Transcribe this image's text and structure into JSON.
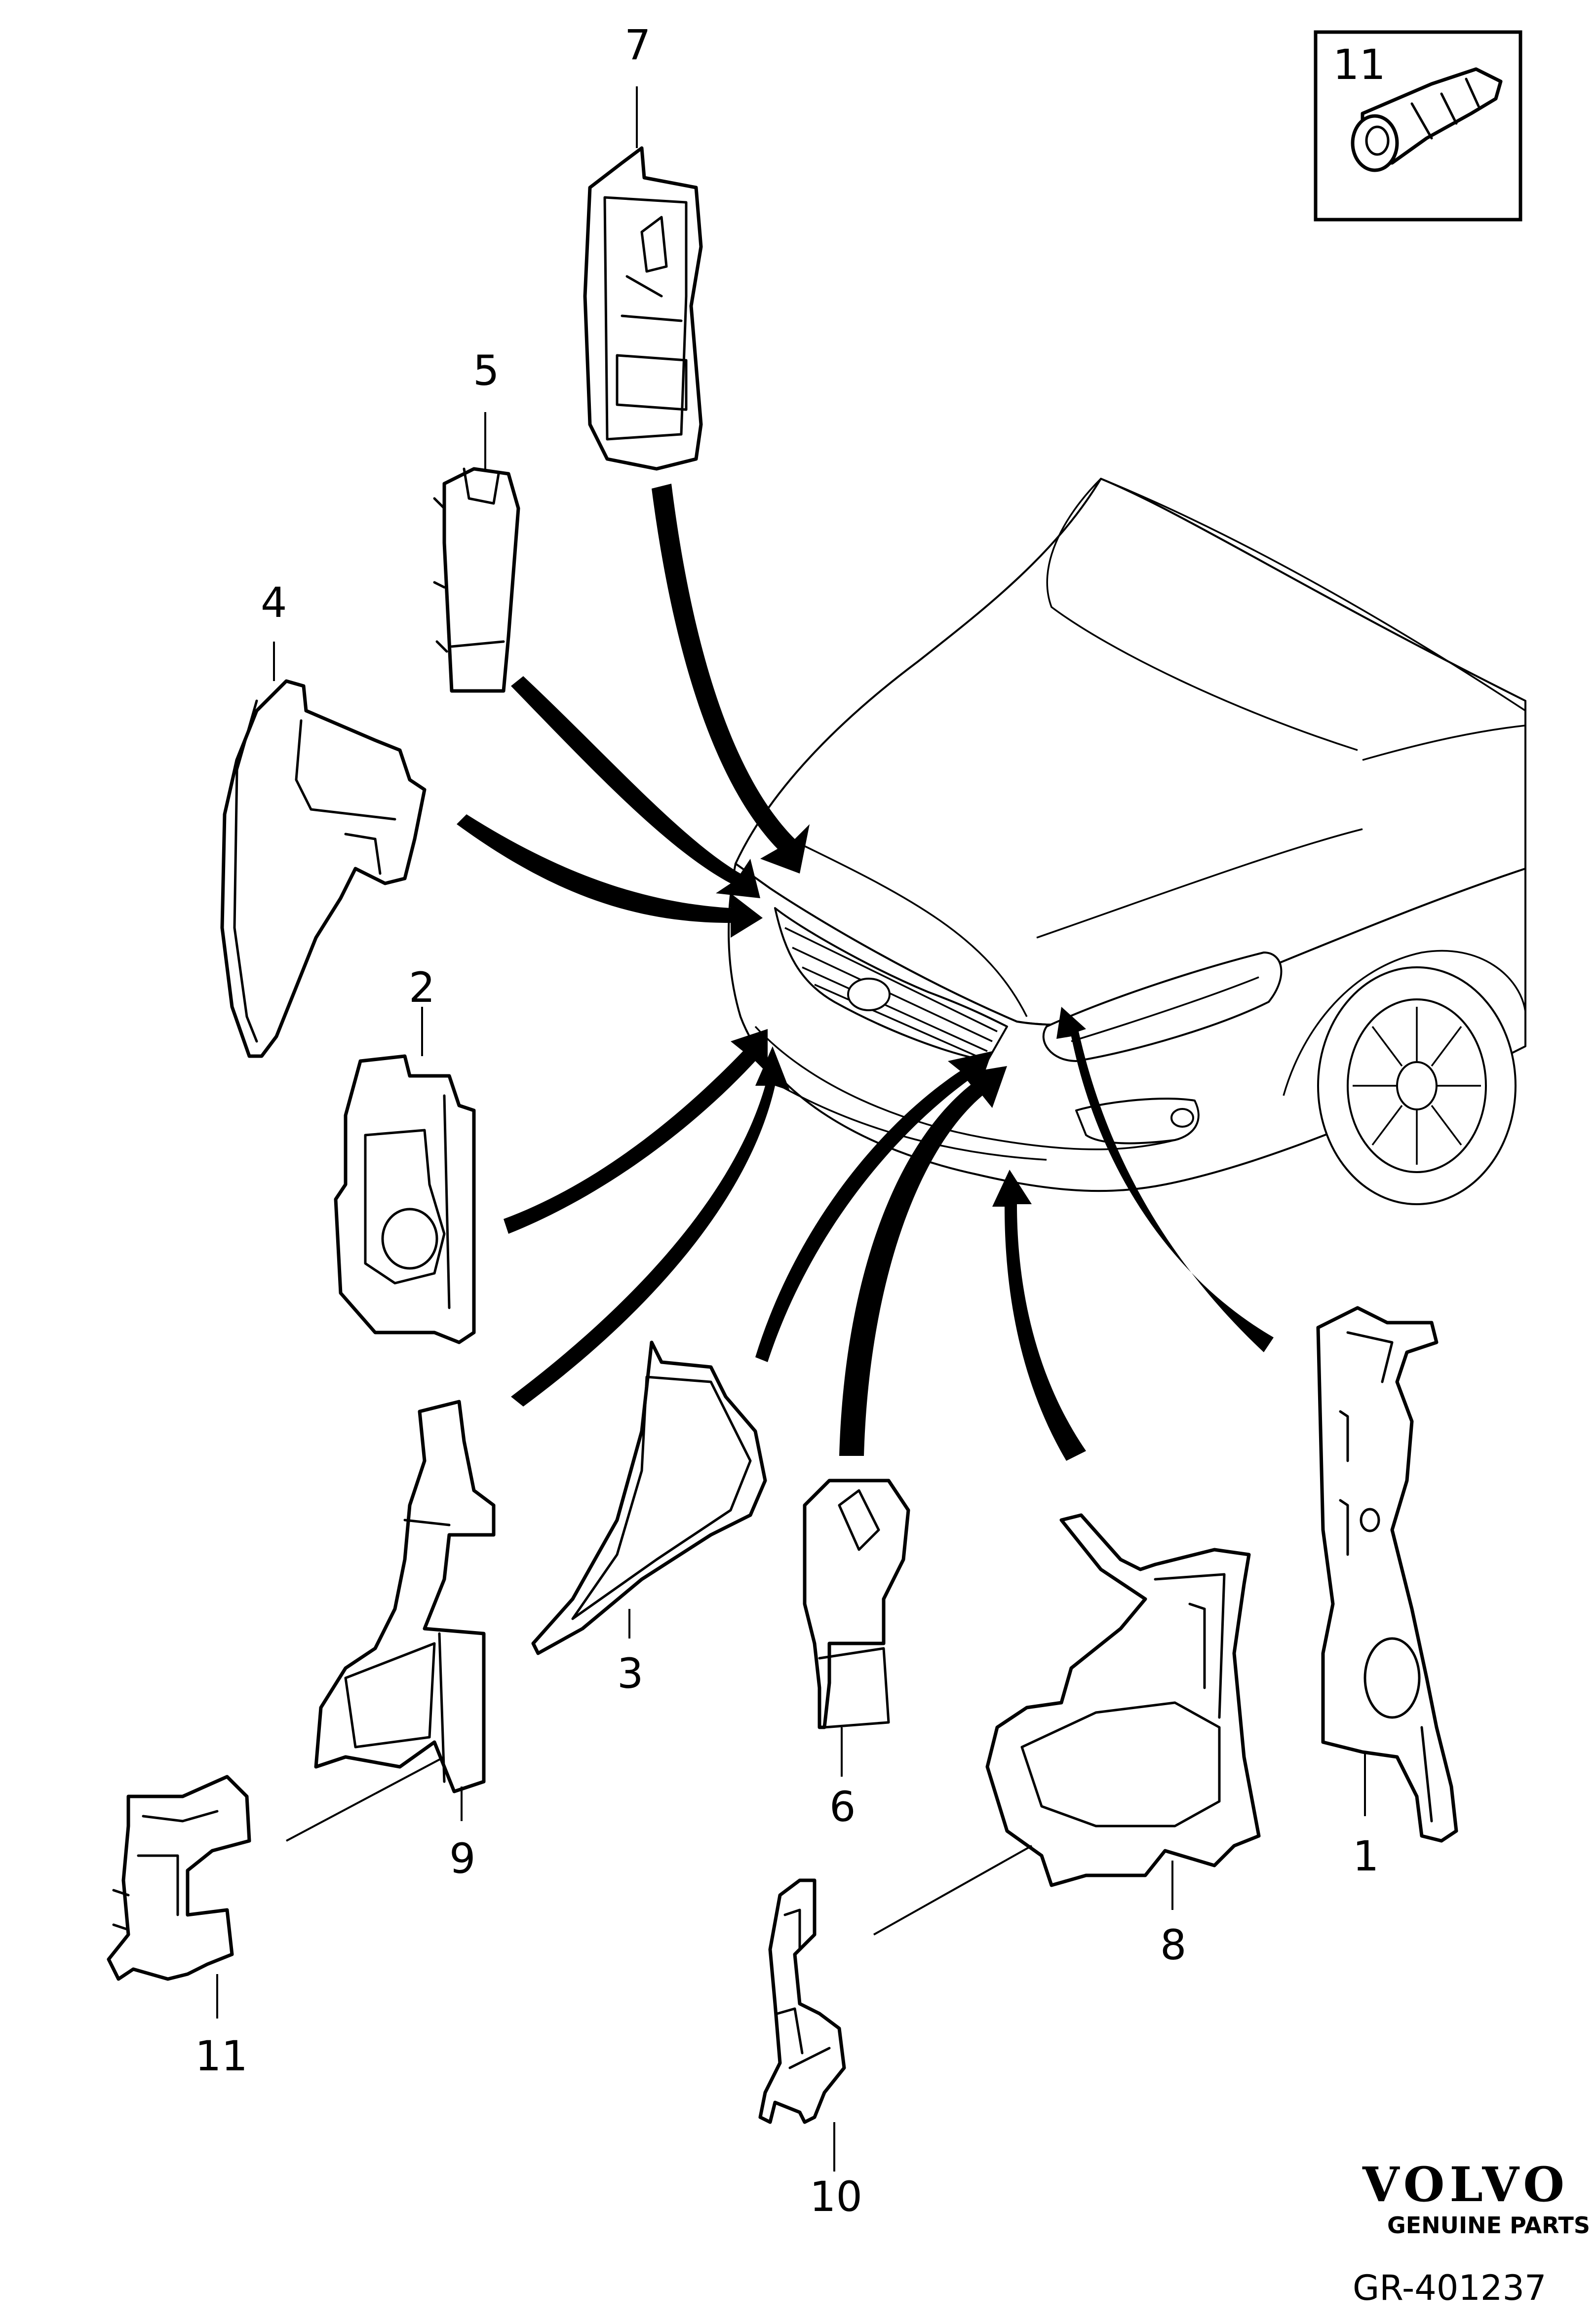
{
  "diagram": {
    "type": "exploded-parts-diagram",
    "callouts": {
      "p1": "1",
      "p2": "2",
      "p3": "3",
      "p4": "4",
      "p5": "5",
      "p6": "6",
      "p7": "7",
      "p8": "8",
      "p9": "9",
      "p10": "10",
      "p11": "11",
      "p11_inset": "11"
    }
  },
  "brand": {
    "logo": "VOLVO",
    "sub": "GENUINE PARTS"
  },
  "reference_number": "GR-401237"
}
